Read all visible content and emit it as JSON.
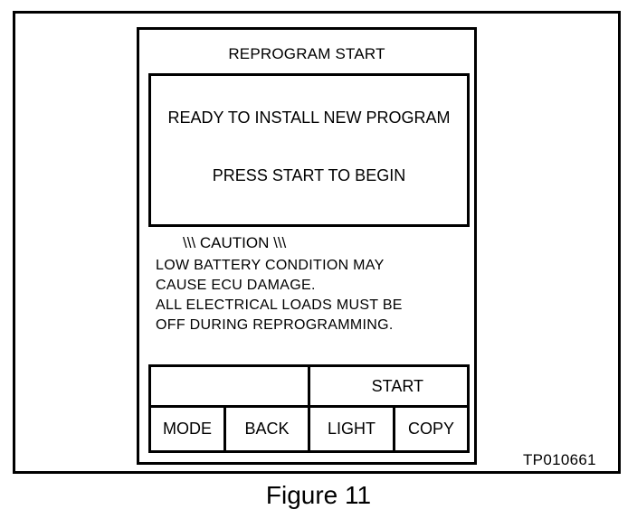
{
  "screen": {
    "title": "REPROGRAM START",
    "message": {
      "line1": "READY TO INSTALL NEW PROGRAM",
      "line2": "PRESS START TO BEGIN"
    },
    "caution": {
      "heading": "\\\\\\  CAUTION  \\\\\\",
      "lines": [
        "LOW BATTERY CONDITION MAY",
        "CAUSE ECU DAMAGE.",
        "ALL ELECTRICAL LOADS MUST BE",
        "OFF DURING REPROGRAMMING."
      ]
    },
    "buttons": {
      "blank": "",
      "start": "START",
      "mode": "MODE",
      "back": "BACK",
      "light": "LIGHT",
      "copy": "COPY"
    }
  },
  "figure": {
    "code": "TP010661",
    "caption": "Figure 11"
  }
}
